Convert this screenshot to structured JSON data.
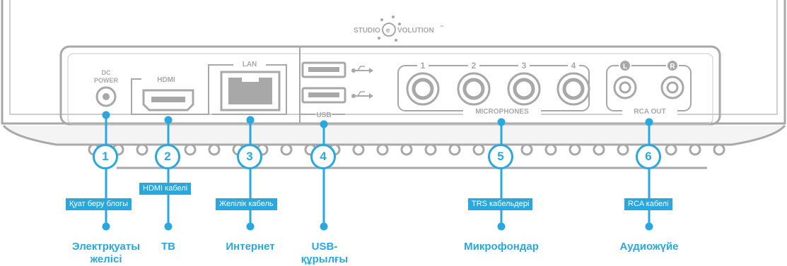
{
  "brand": {
    "part1": "STUDIO",
    "part2": "VOLUTION",
    "mark": "e",
    "tm": "™"
  },
  "ports": {
    "dc_line1": "DC",
    "dc_line2": "POWER",
    "hdmi": "HDMI",
    "lan": "LAN",
    "usb": "USB",
    "mic_nums": [
      "1",
      "2",
      "3",
      "4"
    ],
    "microphones": "MICROPHONES",
    "rca_l": "L",
    "rca_r": "R",
    "rca_out": "RCA OUT"
  },
  "callouts": [
    {
      "num": "1",
      "cable": "Қуат беру блогы",
      "dest": "Электрқуаты желісі"
    },
    {
      "num": "2",
      "cable": "HDMI кабелі",
      "dest": "ТВ"
    },
    {
      "num": "3",
      "cable": "Желілік кабель",
      "dest": "Интернет"
    },
    {
      "num": "4",
      "cable": "",
      "dest": "USB-құрылғы"
    },
    {
      "num": "5",
      "cable": "TRS кабельдері",
      "dest": "Микрофондар"
    },
    {
      "num": "6",
      "cable": "RCA кабелі",
      "dest": "Аудиожүйе"
    }
  ],
  "colors": {
    "accent": "#29a8e0",
    "device": "#a8a8a8"
  }
}
